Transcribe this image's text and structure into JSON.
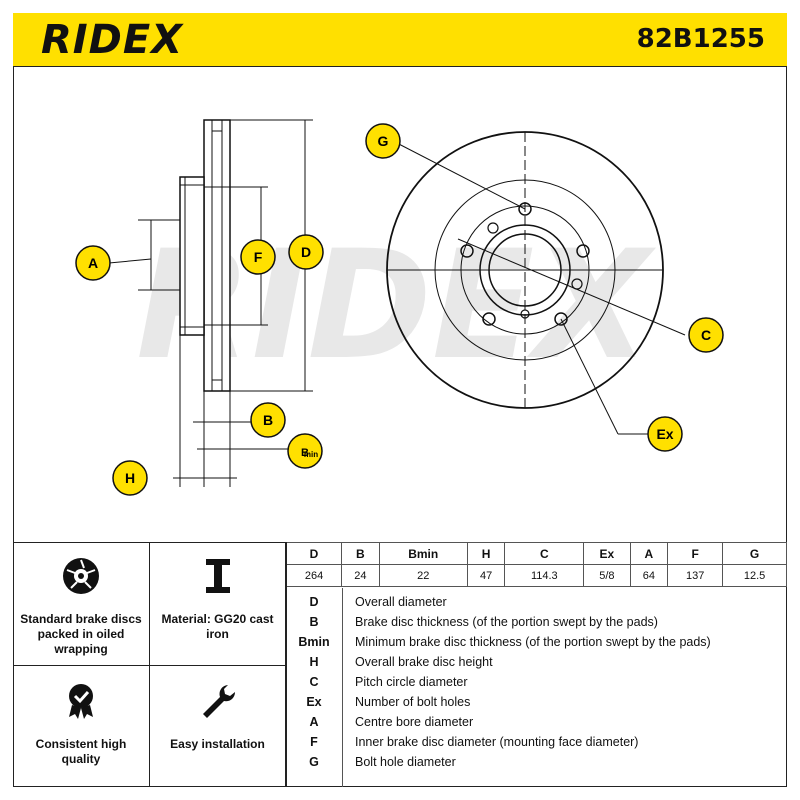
{
  "header": {
    "brand": "RIDEX",
    "part_number": "82B1255"
  },
  "watermark": "RIDEX",
  "callouts": {
    "A": "A",
    "B": "B",
    "Bmin_main": "B",
    "Bmin_sub": "min",
    "H": "H",
    "F": "F",
    "D": "D",
    "G": "G",
    "C": "C",
    "Ex": "Ex"
  },
  "features": [
    {
      "label": "Standard brake discs packed in oiled wrapping",
      "icon": "brake-disc-icon"
    },
    {
      "label": "Material: GG20 cast iron",
      "icon": "i-beam-icon"
    },
    {
      "label": "Consistent high quality",
      "icon": "quality-badge-icon"
    },
    {
      "label": "Easy installation",
      "icon": "wrench-icon"
    }
  ],
  "spec_table": {
    "headers": [
      "D",
      "B",
      "Bmin",
      "H",
      "C",
      "Ex",
      "A",
      "F",
      "G"
    ],
    "values": [
      "264",
      "24",
      "22",
      "47",
      "114.3",
      "5/8",
      "64",
      "137",
      "12.5"
    ]
  },
  "legend": [
    {
      "code": "D",
      "desc": "Overall diameter"
    },
    {
      "code": "B",
      "desc": "Brake disc thickness (of the portion swept by the pads)"
    },
    {
      "code": "Bmin",
      "desc": "Minimum brake disc thickness (of the portion swept by the pads)"
    },
    {
      "code": "H",
      "desc": "Overall brake disc height"
    },
    {
      "code": "C",
      "desc": "Pitch circle diameter"
    },
    {
      "code": "Ex",
      "desc": "Number of bolt holes"
    },
    {
      "code": "A",
      "desc": "Centre bore diameter"
    },
    {
      "code": "F",
      "desc": "Inner brake disc diameter (mounting face diameter)"
    },
    {
      "code": "G",
      "desc": "Bolt hole diameter"
    }
  ],
  "colors": {
    "accent": "#ffe000",
    "ink": "#111111",
    "watermark": "#e6e6e6"
  }
}
